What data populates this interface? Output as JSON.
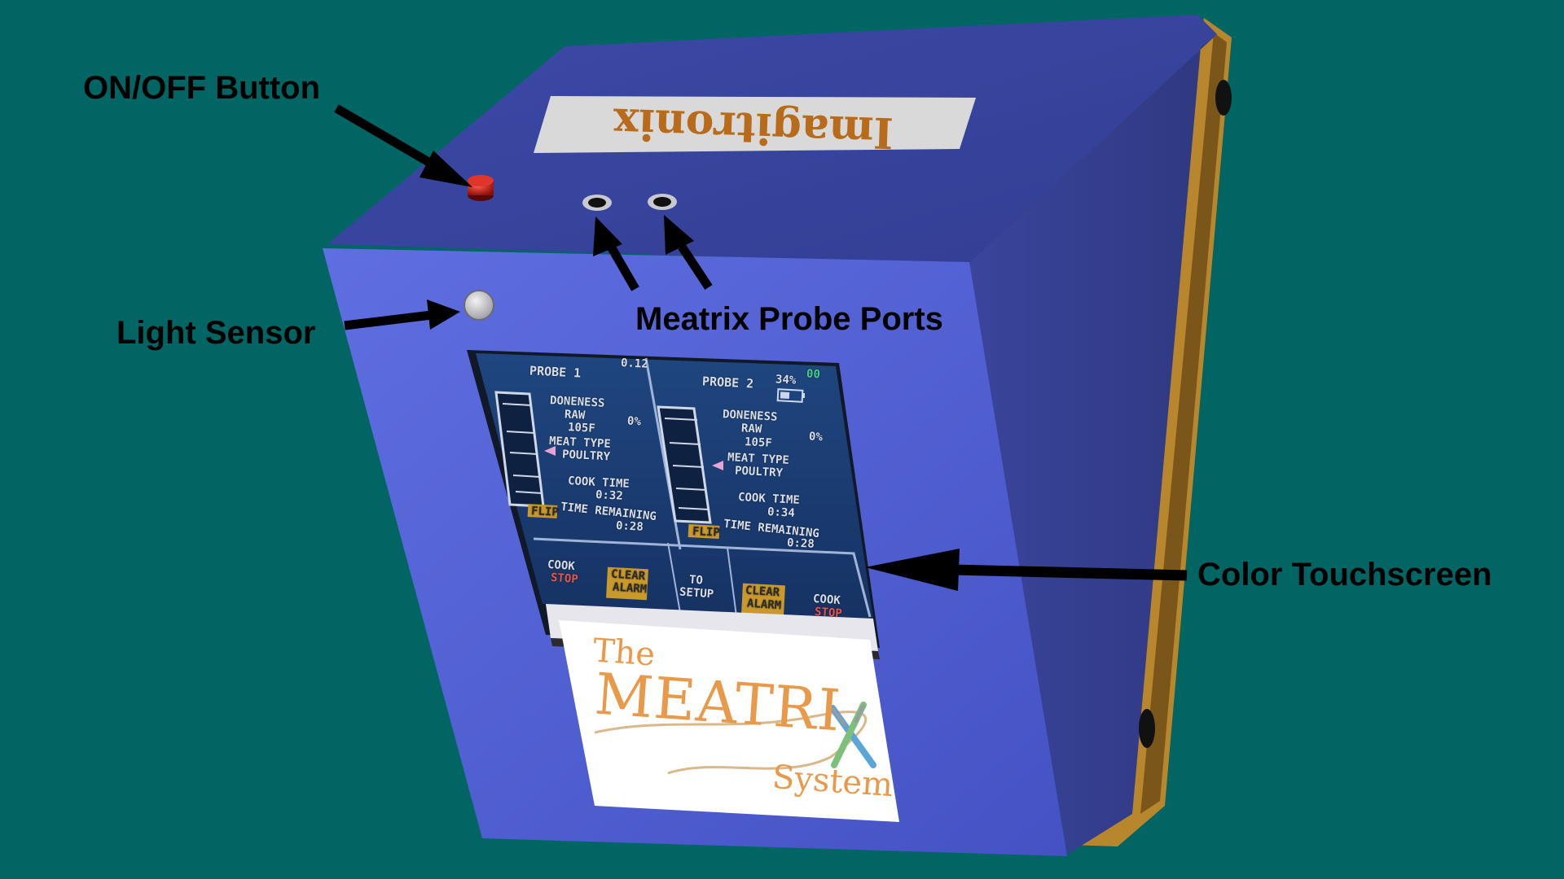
{
  "callouts": {
    "on_off": "ON/OFF Button",
    "light_sensor": "Light Sensor",
    "probe_ports": "Meatrix Probe Ports",
    "touchscreen": "Color Touchscreen"
  },
  "brand_plate": "Imagitronix",
  "logo": {
    "the": "The",
    "meatri": "MEATRI",
    "system": "System"
  },
  "screen": {
    "top_value": "0.12",
    "probe1": {
      "title": "PROBE 1",
      "doneness_label": "DONENESS",
      "doneness": "RAW",
      "temp": "105F",
      "percent": "0%",
      "meat_type_label": "MEAT TYPE",
      "meat_type": "POULTRY",
      "cook_time_label": "COOK TIME",
      "cook_time": "0:32",
      "remaining_label": "TIME REMAINING",
      "remaining": "0:28",
      "flip": "FLIP"
    },
    "probe2": {
      "title": "PROBE 2",
      "battery": "34%",
      "extra": "00",
      "doneness_label": "DONENESS",
      "doneness": "RAW",
      "temp": "105F",
      "percent": "0%",
      "meat_type_label": "MEAT TYPE",
      "meat_type": "POULTRY",
      "cook_time_label": "COOK TIME",
      "cook_time": "0:34",
      "remaining_label": "TIME REMAINING",
      "remaining": "0:28",
      "flip": "FLIP"
    },
    "buttons": {
      "cook1": "COOK",
      "stop1": "STOP",
      "clear1a": "CLEAR",
      "clear1b": "ALARM",
      "to": "TO",
      "setup": "SETUP",
      "clear2a": "CLEAR",
      "clear2b": "ALARM",
      "cook2": "COOK",
      "stop2": "STOP"
    }
  },
  "colors": {
    "background": "#016564",
    "case_front": "#5a68d8",
    "case_top": "#3f4aa6",
    "case_side": "#3a449a",
    "edge": "#b8862c",
    "screen_bg": "#1b3b6e",
    "button_gold": "#c9992c",
    "logo_orange": "#e89a4a"
  }
}
